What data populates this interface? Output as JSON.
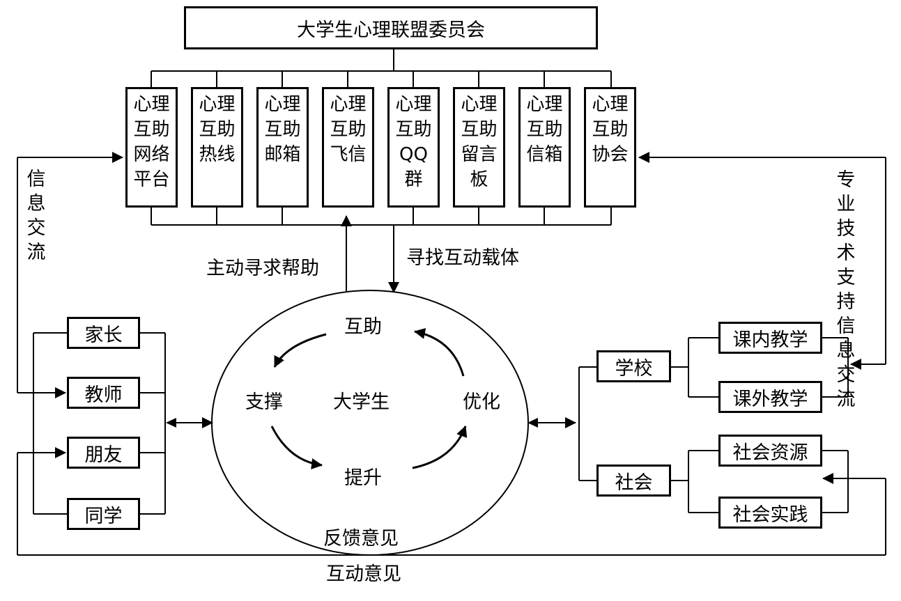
{
  "committee": "大学生心理联盟委员会",
  "channels": [
    "心理互助网络平台",
    "心理互助热线",
    "心理互助邮箱",
    "心理互助飞信",
    "心理互助QQ群",
    "心理互助留言板",
    "心理互助信箱",
    "心理互助协会"
  ],
  "cycle": {
    "center": "大学生",
    "top": "互助",
    "left": "支撑",
    "bottom": "提升",
    "right": "优化"
  },
  "labels": {
    "seek_help": "主动寻求帮助",
    "find_carrier": "寻找互动载体",
    "info_exchange": "信息交流",
    "tech_support": "专业技术支持信息交流",
    "feedback": "反馈意见",
    "interaction": "互动意见"
  },
  "family_side": [
    "家长",
    "教师",
    "朋友",
    "同学"
  ],
  "school": {
    "label": "学校",
    "items": [
      "课内教学",
      "课外教学"
    ]
  },
  "society": {
    "label": "社会",
    "items": [
      "社会资源",
      "社会实践"
    ]
  }
}
